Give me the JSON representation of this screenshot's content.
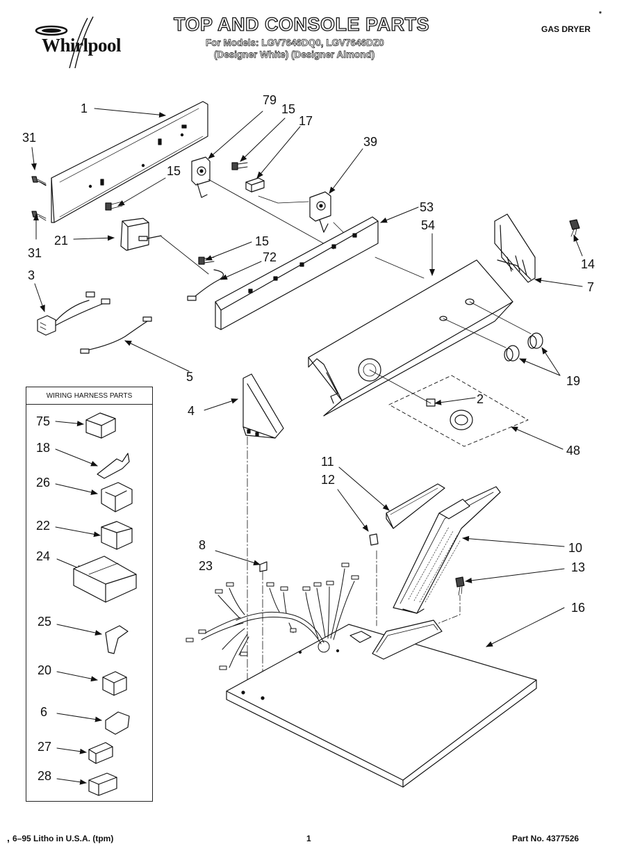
{
  "header": {
    "brand": "Whirlpool",
    "title": "TOP AND CONSOLE PARTS",
    "models_line": "For Models: LGV7646DQ0, LGV7646DZ0",
    "colors_line": "(Designer White) (Designer Almond)",
    "product_type": "GAS DRYER",
    "mark": "*"
  },
  "harness_box": {
    "title": "WIRING HARNESS PARTS",
    "items": [
      "75",
      "18",
      "26",
      "22",
      "24",
      "25",
      "20",
      "6",
      "27",
      "28"
    ]
  },
  "callouts": {
    "c1": "1",
    "c79": "79",
    "c15a": "15",
    "c17": "17",
    "c39": "39",
    "c31a": "31",
    "c15b": "15",
    "c31b": "31",
    "c21": "21",
    "c53": "53",
    "c54": "54",
    "c14": "14",
    "c15c": "15",
    "c72": "72",
    "c3": "3",
    "c7": "7",
    "c5": "5",
    "c19": "19",
    "c4": "4",
    "c2": "2",
    "c48": "48",
    "c11": "11",
    "c12": "12",
    "c10": "10",
    "c8": "8",
    "c23": "23",
    "c13": "13",
    "c16": "16"
  },
  "footer": {
    "left": "6–95 Litho in U.S.A. (tpm)",
    "left_mark": ",",
    "page": "1",
    "part_no": "Part No. 4377526"
  }
}
